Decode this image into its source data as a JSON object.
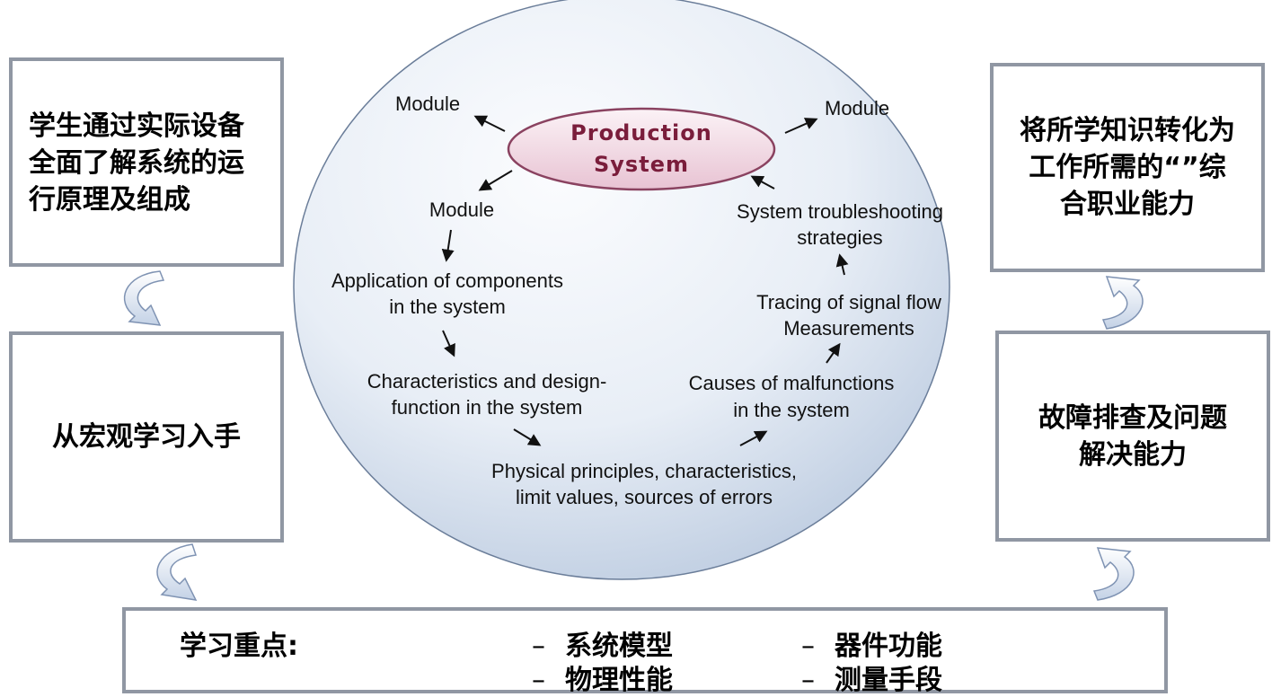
{
  "left_top_box": {
    "text": "学生通过实际设备\n全面了解系统的运\n行原理及组成"
  },
  "left_mid_box": {
    "text": "从宏观学习入手"
  },
  "right_top_box": {
    "text": "将所学知识转化为\n工作所需的“”综\n合职业能力"
  },
  "right_mid_box": {
    "text": "故障排查及问题\n解决能力"
  },
  "bottom_box": {
    "label": "学习重点:",
    "dash": "–",
    "items": [
      "系统模型",
      "器件功能",
      "物理性能",
      "测量手段"
    ]
  },
  "center": {
    "title_line1": "Production",
    "title_line2": "System",
    "module_left_top": "Module",
    "module_right_top": "Module",
    "module_mid": "Module",
    "application": [
      "Application of components",
      "in the system"
    ],
    "characteristics": [
      "Characteristics and design-",
      "function in the system"
    ],
    "physical": [
      "Physical principles, characteristics,",
      "limit values, sources of errors"
    ],
    "causes": [
      "Causes of malfunctions",
      "in the system"
    ],
    "tracing": [
      "Tracing of signal flow",
      "Measurements"
    ],
    "troubleshooting": [
      "System troubleshooting",
      "strategies"
    ]
  }
}
